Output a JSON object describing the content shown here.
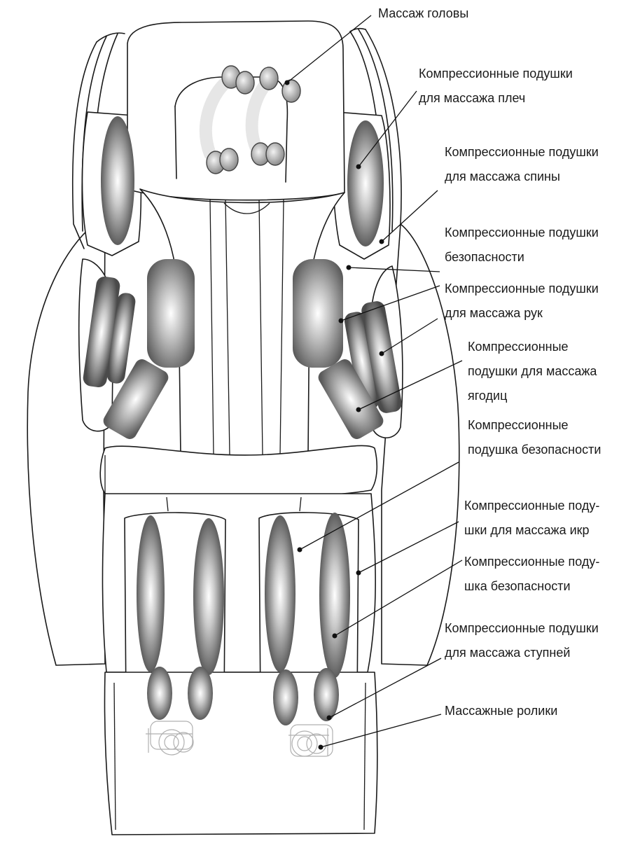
{
  "colors": {
    "outline": "#1a1a1a",
    "pad_dark": "#555555",
    "pad_light": "#ffffff",
    "roller_gray": "#9a9a9a",
    "background": "#ffffff"
  },
  "callouts": [
    {
      "id": "head",
      "text": "Массаж головы"
    },
    {
      "id": "shoulders",
      "text": "Компрессионные подушки\nдля массажа плеч"
    },
    {
      "id": "back",
      "text": "Компрессионные подушки\nдля массажа спины"
    },
    {
      "id": "safety-upper",
      "text": "Компрессионные подушки\nбезопасности"
    },
    {
      "id": "arms",
      "text": "Компрессионные подушки\nдля массажа рук"
    },
    {
      "id": "buttocks",
      "text": "Компрессионные\nподушки для массажа\nягодиц"
    },
    {
      "id": "safety-seat",
      "text": "Компрессионные\nподушка безопасности"
    },
    {
      "id": "calves",
      "text": "Компрессионные поду-\nшки для массажа икр"
    },
    {
      "id": "safety-legs",
      "text": "Компрессионные поду-\nшка безопасности"
    },
    {
      "id": "feet",
      "text": "Компрессионные подушки\nдля массажа ступней"
    },
    {
      "id": "rollers",
      "text": "Массажные ролики"
    }
  ]
}
